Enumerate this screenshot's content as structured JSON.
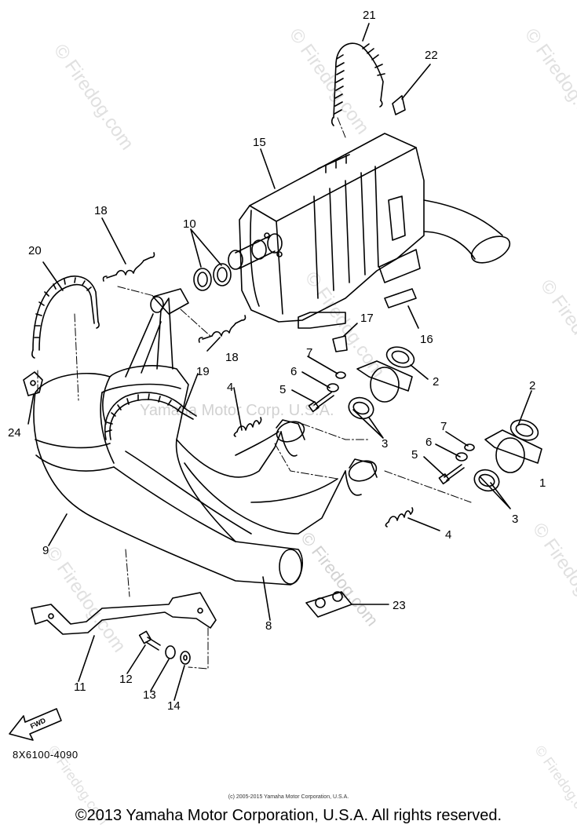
{
  "callouts": [
    "21",
    "22",
    "15",
    "18",
    "10",
    "20",
    "18",
    "17",
    "16",
    "7",
    "2",
    "6",
    "5",
    "24",
    "19",
    "4",
    "3",
    "2",
    "7",
    "6",
    "5",
    "1",
    "3",
    "4",
    "9",
    "23",
    "8",
    "11",
    "12",
    "13",
    "14"
  ],
  "fwd_label": "FWD",
  "part_code": "8X6100-4090",
  "watermarks": {
    "side": "© Firedog.com",
    "center": "Yamaha Motor Corp. U.S.A.",
    "lower": "© Firedog.com"
  },
  "copyright_small": "(c) 2005-2015 Yamaha Motor Corporation, U.S.A.",
  "copyright_main": "©2013 Yamaha Motor Corporation, U.S.A. All rights reserved."
}
